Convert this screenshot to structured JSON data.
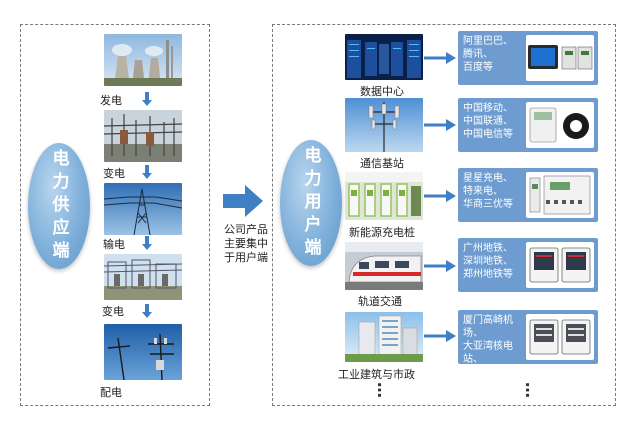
{
  "supply": {
    "title": "电力供应端",
    "stages": [
      {
        "label": "发电",
        "icon": "power-plant"
      },
      {
        "label": "变电",
        "icon": "transformer-station"
      },
      {
        "label": "输电",
        "icon": "transmission-tower"
      },
      {
        "label": "变电",
        "icon": "substation"
      },
      {
        "label": "配电",
        "icon": "distribution-pole"
      }
    ]
  },
  "middle": {
    "text_lines": [
      "公司产品",
      "主要集中",
      "于用户端"
    ]
  },
  "users": {
    "title": "电力用户端",
    "sectors": [
      {
        "label": "数据中心",
        "icon": "server-room",
        "clients": "阿里巴巴、\n腾讯、\n百度等",
        "device": "monitor-and-meters"
      },
      {
        "label": "通信基站",
        "icon": "cell-tower",
        "clients": "中国移动、\n中国联通、\n中国电信等",
        "device": "meter-and-ct"
      },
      {
        "label": "新能源充电桩",
        "icon": "charging-station",
        "clients": "星星充电、\n特来电、\n华商三优等",
        "device": "din-rail-meters"
      },
      {
        "label": "轨道交通",
        "icon": "metro-train",
        "clients": "广州地铁、\n深圳地铁、\n郑州地铁等",
        "device": "panel-meters"
      },
      {
        "label": "工业建筑与市政",
        "icon": "industrial-building",
        "clients": "厦门高崎机场、\n大亚湾核电站、\n龙湖地产等",
        "device": "panel-meters-2"
      }
    ],
    "more": "…"
  },
  "colors": {
    "accent": "#3f7fc4",
    "client_box": "#6e9cd0",
    "oval": "#7fb0da",
    "dashed_border": "#7a7a7a"
  }
}
